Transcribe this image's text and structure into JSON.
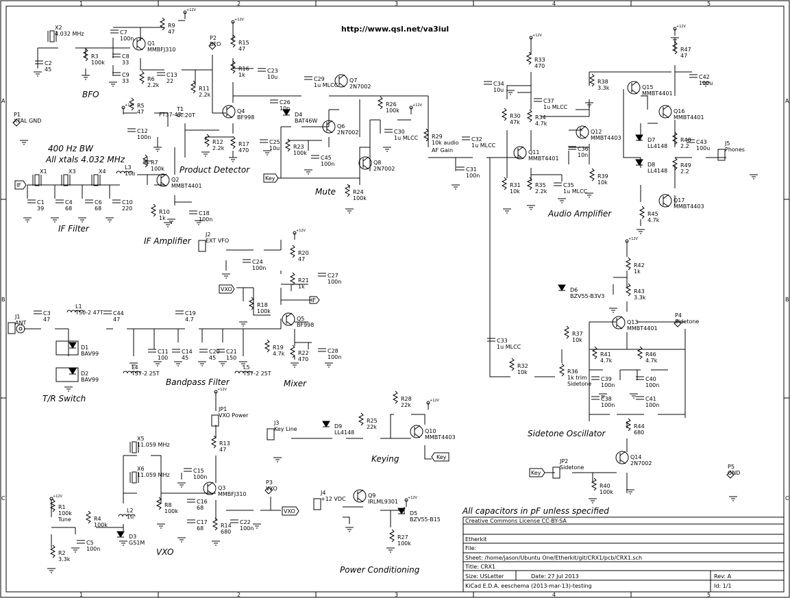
{
  "url": "http://www.qsl.net/va3iul",
  "border": {
    "cols": [
      "1",
      "2",
      "3",
      "4",
      "5"
    ],
    "rows": [
      "A",
      "B",
      "C"
    ]
  },
  "sections": {
    "bfo": "BFO",
    "if_filter": "IF Filter",
    "if_amplifier": "IF Amplifier",
    "product_detector": "Product Detector",
    "mute": "Mute",
    "audio_amplifier": "Audio Amplifier",
    "bandpass_filter": "Bandpass Filter",
    "mixer": "Mixer",
    "tr_switch": "T/R Switch",
    "vxo": "VXO",
    "keying": "Keying",
    "power_conditioning": "Power Conditioning",
    "sidetone_oscillator": "Sidetone Oscillator"
  },
  "notes": {
    "bw": "400 Hz BW",
    "xtals": "All xtals 4.032 MHz",
    "caps": "All capacitors in pF unless specified"
  },
  "components": {
    "X2": [
      "X2",
      "4.032 MHz"
    ],
    "C2": [
      "C2",
      "45"
    ],
    "R3": [
      "R3",
      "100k"
    ],
    "C7": [
      "C7",
      "100n"
    ],
    "R9": [
      "R9",
      "47"
    ],
    "Q1": [
      "Q1",
      "MMBFJ310"
    ],
    "C8": [
      "C8",
      "33"
    ],
    "C9": [
      "C9",
      "33"
    ],
    "R6": [
      "R6",
      "2.2k"
    ],
    "C13": [
      "C13",
      "22"
    ],
    "R11": [
      "R11",
      "2.2k"
    ],
    "P2": [
      "P2",
      "BFO"
    ],
    "R15": [
      "R15",
      "47"
    ],
    "R16": [
      "R16",
      "1k"
    ],
    "C23": [
      "C23",
      "10u"
    ],
    "C29": [
      "C29",
      "1u MLCC"
    ],
    "Q7": [
      "Q7",
      "2N7002"
    ],
    "C26": [
      "C26",
      "10n"
    ],
    "Q4": [
      "Q4",
      "BF998"
    ],
    "R5": [
      "R5",
      "47"
    ],
    "T1": [
      "T1",
      "6T:20T"
    ],
    "FT": [
      "FT37-43",
      ""
    ],
    "C12": [
      "C12",
      "100n"
    ],
    "R12": [
      "R12",
      "2.2k"
    ],
    "R17": [
      "R17",
      "470"
    ],
    "C25": [
      "C25",
      "10u"
    ],
    "D4": [
      "D4",
      "BAT46W"
    ],
    "R23": [
      "R23",
      "100k"
    ],
    "Q6": [
      "Q6",
      "2N7002"
    ],
    "C45": [
      "C45",
      "100n"
    ],
    "R26": [
      "R26",
      "100k"
    ],
    "C30": [
      "C30",
      "1u MLCC"
    ],
    "Q8": [
      "Q8",
      "2N7002"
    ],
    "R24": [
      "R24",
      "100k"
    ],
    "R29": [
      "R29",
      "10k audio"
    ],
    "R29b": [
      "AF Gain",
      ""
    ],
    "C32": [
      "C32",
      "1u MLCC"
    ],
    "C31": [
      "C31",
      "100n"
    ],
    "P1": [
      "P1",
      "XTAL GND"
    ],
    "X1": [
      "X1",
      ""
    ],
    "X3": [
      "X3",
      ""
    ],
    "X4": [
      "X4",
      ""
    ],
    "L3": [
      "L3",
      "10u"
    ],
    "C1": [
      "C1",
      "39"
    ],
    "C4": [
      "C4",
      "68"
    ],
    "C6": [
      "C6",
      "68"
    ],
    "C10": [
      "C10",
      "220"
    ],
    "R7": [
      "R7",
      "100k"
    ],
    "Q2": [
      "Q2",
      "MMBT4401"
    ],
    "R10": [
      "R10",
      "1k"
    ],
    "C18": [
      "C18",
      "100n"
    ],
    "R33": [
      "R33",
      "470"
    ],
    "C34": [
      "C34",
      "10u"
    ],
    "R30": [
      "R30",
      "47k"
    ],
    "R34": [
      "R34",
      "4.7k"
    ],
    "C37": [
      "C37",
      "1u MLCC"
    ],
    "R38": [
      "R38",
      "3.3k"
    ],
    "Q12": [
      "Q12",
      "MMBT4403"
    ],
    "C36": [
      "C36",
      "10n"
    ],
    "R39": [
      "R39",
      "10k"
    ],
    "Q11": [
      "Q11",
      "MMBT4401"
    ],
    "R31": [
      "R31",
      "10k"
    ],
    "R35": [
      "R35",
      "2.2k"
    ],
    "C35": [
      "C35",
      "1u MLCC"
    ],
    "R47": [
      "R47",
      "47"
    ],
    "C42": [
      "C42",
      "100u"
    ],
    "Q15": [
      "Q15",
      "MMBT4401"
    ],
    "Q16": [
      "Q16",
      "MMBT4401"
    ],
    "D7": [
      "D7",
      "LL4148"
    ],
    "D8": [
      "D8",
      "LL4148"
    ],
    "R48": [
      "R48",
      "2.2"
    ],
    "R49": [
      "R49",
      "2.2"
    ],
    "C43": [
      "C43",
      "100u"
    ],
    "J5": [
      "J5",
      "Phones"
    ],
    "Q17": [
      "Q17",
      "MMBT4403"
    ],
    "R45": [
      "R45",
      "4.7k"
    ],
    "J2": [
      "J2",
      "EXT VFO"
    ],
    "C24": [
      "C24",
      "100n"
    ],
    "R20": [
      "R20",
      "47"
    ],
    "R21": [
      "R21",
      "1k"
    ],
    "C27": [
      "C27",
      "100n"
    ],
    "R18": [
      "R18",
      "100k"
    ],
    "Q5": [
      "Q5",
      "BF998"
    ],
    "R19": [
      "R19",
      "4.7k"
    ],
    "R22": [
      "R22",
      "470"
    ],
    "C28": [
      "C28",
      "100n"
    ],
    "J1": [
      "J1",
      "ANT"
    ],
    "C3": [
      "C3",
      "47"
    ],
    "L1": [
      "L1",
      "T50-2 47T"
    ],
    "C44": [
      "C44",
      "47"
    ],
    "C19": [
      "C19",
      "4.7"
    ],
    "C11": [
      "C11",
      "100"
    ],
    "C14": [
      "C14",
      "45"
    ],
    "C20": [
      "C20",
      "45"
    ],
    "C21": [
      "C21",
      "150"
    ],
    "L4": [
      "L4",
      "T37-2 25T"
    ],
    "L5": [
      "L5",
      "T37-2 25T"
    ],
    "D1": [
      "D1",
      "BAV99"
    ],
    "D2": [
      "D2",
      "BAV99"
    ],
    "R42": [
      "R42",
      "1k"
    ],
    "D6": [
      "D6",
      "BZV55-B3V3"
    ],
    "R43": [
      "R43",
      "3.3k"
    ],
    "Q13": [
      "Q13",
      "MMBT4401"
    ],
    "P4": [
      "P4",
      "Sidetone"
    ],
    "C33": [
      "C33",
      "1u MLCC"
    ],
    "R37": [
      "R37",
      "10k"
    ],
    "R41": [
      "R41",
      "4.7k"
    ],
    "R46": [
      "R46",
      "4.7k"
    ],
    "R32": [
      "R32",
      "10k"
    ],
    "R36": [
      "R36",
      "1k trim"
    ],
    "R36b": [
      "Sidetone",
      ""
    ],
    "C39": [
      "C39",
      "100n"
    ],
    "C40": [
      "C40",
      "100n"
    ],
    "C38": [
      "C38",
      "100n"
    ],
    "C41": [
      "C41",
      "100n"
    ],
    "R44": [
      "R44",
      "680"
    ],
    "Q14": [
      "Q14",
      "2N7002"
    ],
    "JP2": [
      "JP2",
      "Sidetone"
    ],
    "R40": [
      "R40",
      "100k"
    ],
    "P5": [
      "P5",
      "GND"
    ],
    "JP1": [
      "JP1",
      "VXO Power"
    ],
    "X5": [
      "X5",
      "11.059 MHz"
    ],
    "X6": [
      "X6",
      "11.059 MHz"
    ],
    "R13": [
      "R13",
      "47"
    ],
    "C15": [
      "C15",
      "100n"
    ],
    "Q3": [
      "Q3",
      "MMBFJ310"
    ],
    "P3": [
      "P3",
      "VXO"
    ],
    "R1": [
      "R1",
      "100k"
    ],
    "R1b": [
      "Tune",
      ""
    ],
    "R4": [
      "R4",
      "100k"
    ],
    "L2": [
      "L2",
      "1u"
    ],
    "R8": [
      "R8",
      "100k"
    ],
    "C16": [
      "C16",
      "68"
    ],
    "C17": [
      "C17",
      "68"
    ],
    "R14": [
      "R14",
      "680"
    ],
    "C22": [
      "C22",
      "100n"
    ],
    "D3": [
      "D3",
      "GS1M"
    ],
    "R2": [
      "R2",
      "3.3k"
    ],
    "C5": [
      "C5",
      "100n"
    ],
    "J3": [
      "J3",
      "Key Line"
    ],
    "D9": [
      "D9",
      "LL4148"
    ],
    "R25": [
      "R25",
      "22k"
    ],
    "R28": [
      "R28",
      "22k"
    ],
    "Q10": [
      "Q10",
      "MMBT4403"
    ],
    "J4": [
      "J4",
      "+12 VDC"
    ],
    "Q9": [
      "Q9",
      "IRLML9301"
    ],
    "D5": [
      "D5",
      "BZV55-B15"
    ],
    "R27": [
      "R27",
      "100k"
    ]
  },
  "net_labels": {
    "if_in": "IF",
    "if_out": "IF",
    "key1": "Key",
    "key2": "Key",
    "key3": "Key",
    "vxo1": "VXO",
    "vxo2": "VXO",
    "v12": "+12V"
  },
  "title_block": {
    "license": "Creative Commons License CC-BY-SA",
    "company": "Etherkit",
    "file_label": "File:",
    "sheet": "Sheet: /home/jason/Ubuntu One/Etherkit/git/CRX1/pcb/CRX1.sch",
    "title": "Title: CRX1",
    "size": "Size: USLetter",
    "date": "Date: 27 Jul 2013",
    "rev": "Rev: A",
    "kicad": "KiCad E.D.A.  eeschema (2013-mar-13)-testing",
    "id": "Id: 1/1"
  }
}
